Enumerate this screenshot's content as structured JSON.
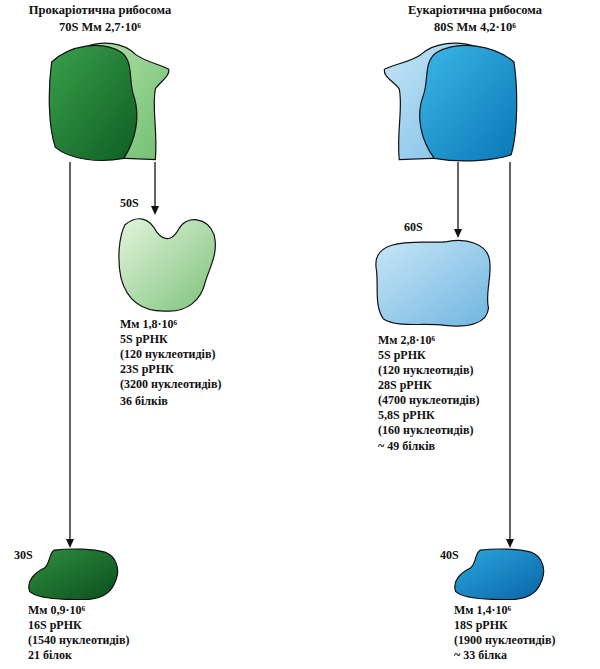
{
  "diagram": {
    "nodes": [
      {
        "text": [
          "Прокаріотична рибосома",
          "70S Мм 2,7·10⁶"
        ]
      },
      {
        "text": [
          "50S",
          "Мм 1,8·10⁶",
          "5S рРНК",
          "(120 нуклеотидів)",
          "23S рРНК",
          "(3200 нуклеотидів)",
          "36 білків"
        ]
      },
      {
        "text": [
          "30S",
          "Мм 0,9·10⁶",
          "16S рРНК",
          "(1540 нуклеотидів)",
          "21 білок"
        ]
      },
      {
        "text": [
          "Еукаріотична рибосома",
          "80S Мм 4,2·10⁶"
        ]
      },
      {
        "text": [
          "60S",
          "Мм 2,8·10⁶",
          "5S рРНК",
          "(120 нуклеотидів)",
          "28S рРНК",
          "(4700 нуклеотидів)",
          "5,8S рРНК",
          "(160 нуклеотидів)",
          "~ 49 білків"
        ]
      },
      {
        "text": [
          "40S",
          "Мм 1,4·10⁶",
          "18S рРНК",
          "(1900 нуклеотидів)",
          "~ 33 білка"
        ]
      }
    ],
    "edges": [
      {
        "from": 0,
        "to": 1,
        "arrow": "to"
      },
      {
        "from": 0,
        "to": 2,
        "arrow": "to"
      },
      {
        "from": 3,
        "to": 4,
        "arrow": "to"
      },
      {
        "from": 3,
        "to": 5,
        "arrow": "to"
      }
    ]
  }
}
